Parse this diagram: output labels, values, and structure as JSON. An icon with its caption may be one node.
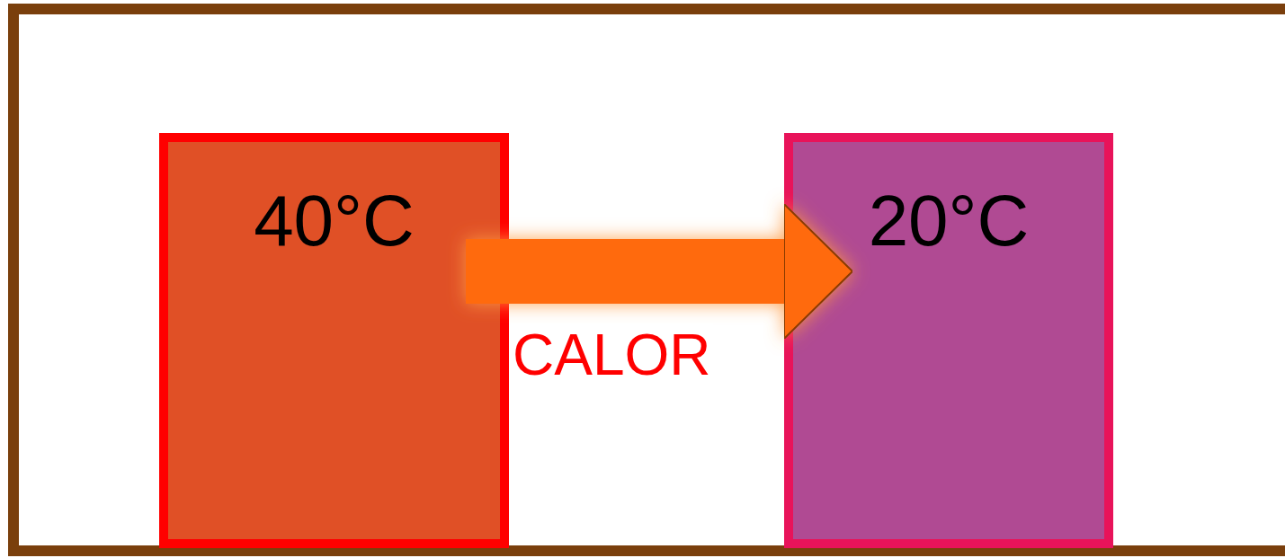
{
  "diagram": {
    "nodes": [
      {
        "text": [
          "40°C"
        ]
      },
      {
        "text": [
          "20°C"
        ]
      }
    ],
    "edges": [
      {
        "from": 0,
        "to": 1,
        "arrow": "to",
        "label": "CALOR",
        "color": "#ff6a10"
      }
    ]
  }
}
